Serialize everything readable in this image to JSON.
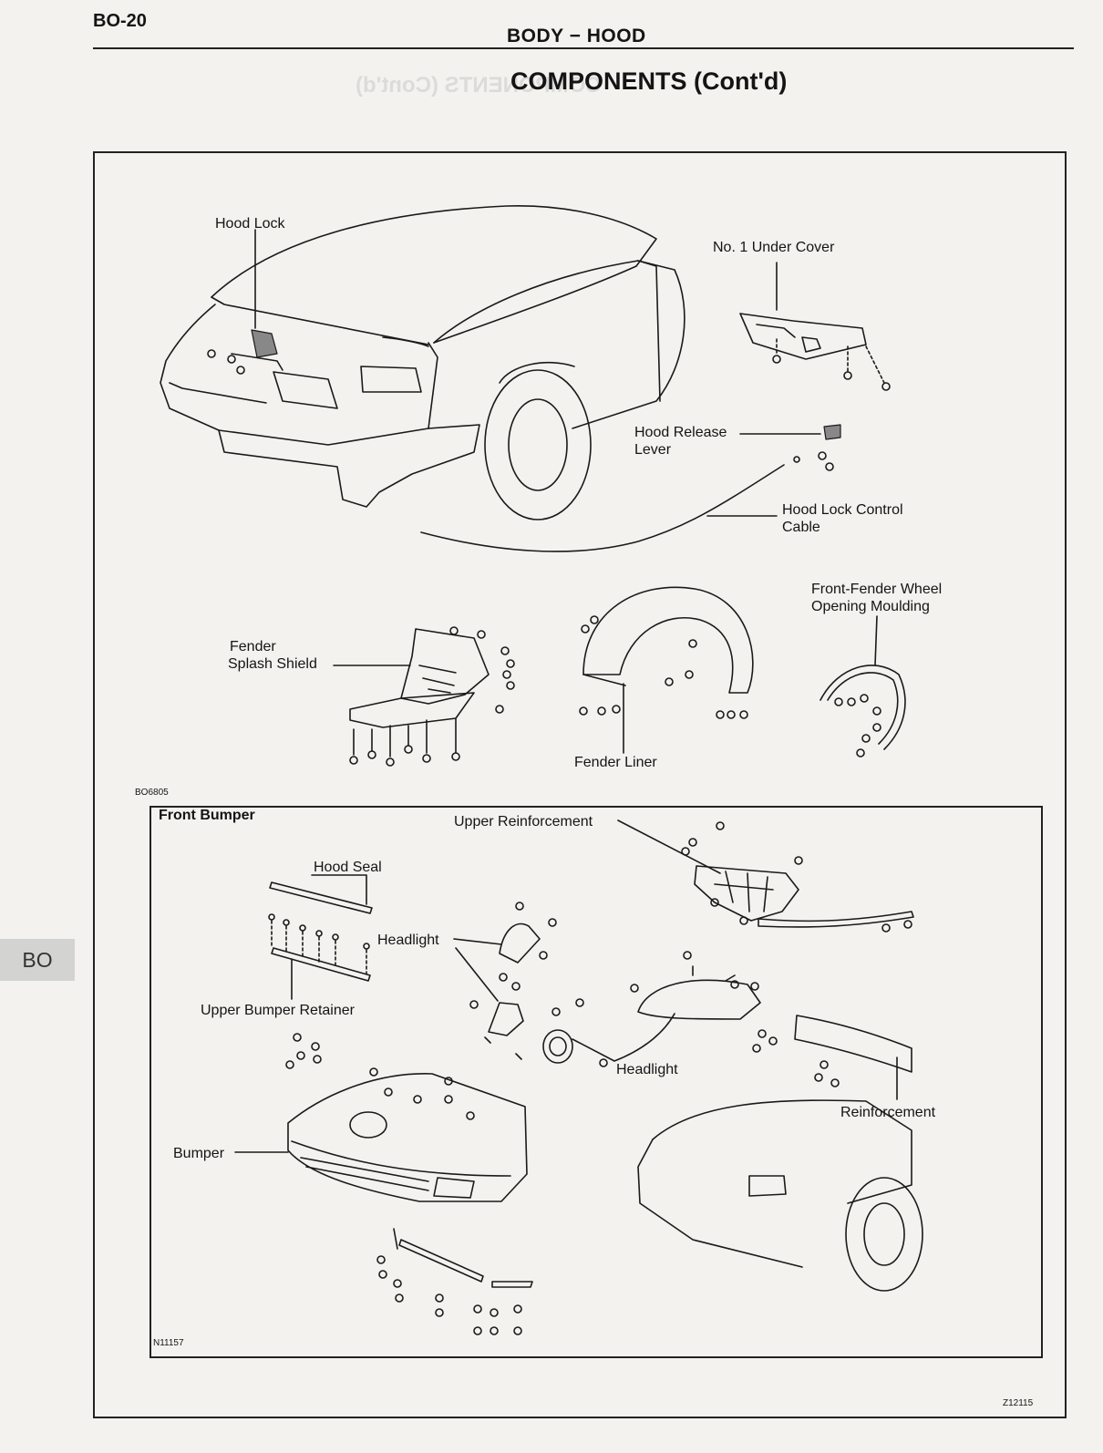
{
  "header": {
    "page_number": "BO-20",
    "section": "BODY − HOOD",
    "title": "COMPONENTS (Cont'd)"
  },
  "labels": {
    "hood_lock": "Hood Lock",
    "no1_under_cover": "No. 1 Under Cover",
    "hood_release_lever_1": "Hood Release",
    "hood_release_lever_2": "Lever",
    "hood_lock_control_cable_1": "Hood Lock Control",
    "hood_lock_control_cable_2": "Cable",
    "front_fender_wheel_1": "Front-Fender Wheel",
    "front_fender_wheel_2": "Opening Moulding",
    "fender_splash_shield_1": "Fender",
    "fender_splash_shield_2": "Splash Shield",
    "fender_liner": "Fender Liner",
    "figure_code_top": "BO6805",
    "front_bumper": "Front Bumper",
    "upper_reinforcement": "Upper Reinforcement",
    "hood_seal": "Hood Seal",
    "headlight_left": "Headlight",
    "headlight_right": "Headlight",
    "upper_bumper_retainer": "Upper Bumper Retainer",
    "reinforcement": "Reinforcement",
    "bumper": "Bumper",
    "figure_code_bottom": "N11157",
    "figure_code_corner": "Z12115"
  },
  "side_tab": "BO"
}
